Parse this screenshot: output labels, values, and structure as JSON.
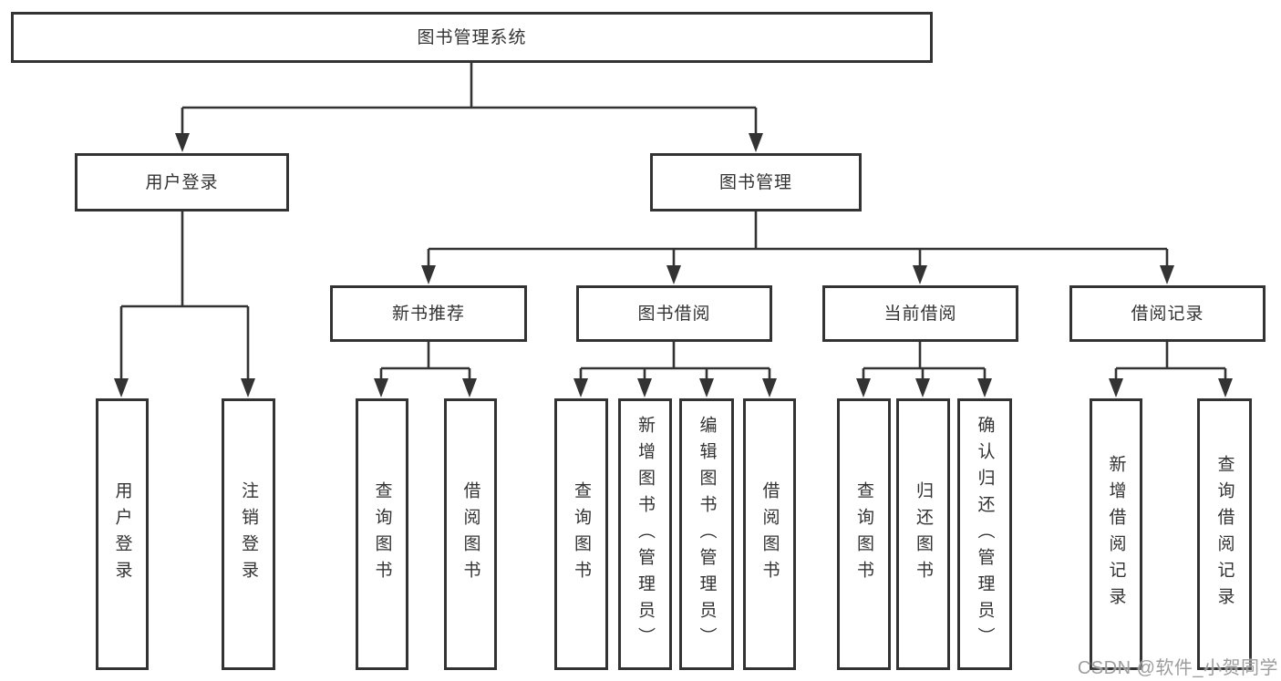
{
  "tree": {
    "root": {
      "label": "图书管理系统",
      "children": [
        {
          "label": "用户登录",
          "children": [
            {
              "label": "用户登录"
            },
            {
              "label": "注销登录"
            }
          ]
        },
        {
          "label": "图书管理",
          "children": [
            {
              "label": "新书推荐",
              "children": [
                {
                  "label": "查询图书"
                },
                {
                  "label": "借阅图书"
                }
              ]
            },
            {
              "label": "图书借阅",
              "children": [
                {
                  "label": "查询图书"
                },
                {
                  "label": "新增图书（管理员）"
                },
                {
                  "label": "编辑图书（管理员）"
                },
                {
                  "label": "借阅图书"
                }
              ]
            },
            {
              "label": "当前借阅",
              "children": [
                {
                  "label": "查询图书"
                },
                {
                  "label": "归还图书"
                },
                {
                  "label": "确认归还（管理员）"
                }
              ]
            },
            {
              "label": "借阅记录",
              "children": [
                {
                  "label": "新增借阅记录"
                },
                {
                  "label": "查询借阅记录"
                }
              ]
            }
          ]
        }
      ]
    }
  },
  "watermark": "CSDN @软件_小贺同学",
  "colors": {
    "line": "#333333",
    "border": "#333333",
    "text": "#333333",
    "watermark": "#9d9d9d",
    "bg": "#ffffff"
  }
}
